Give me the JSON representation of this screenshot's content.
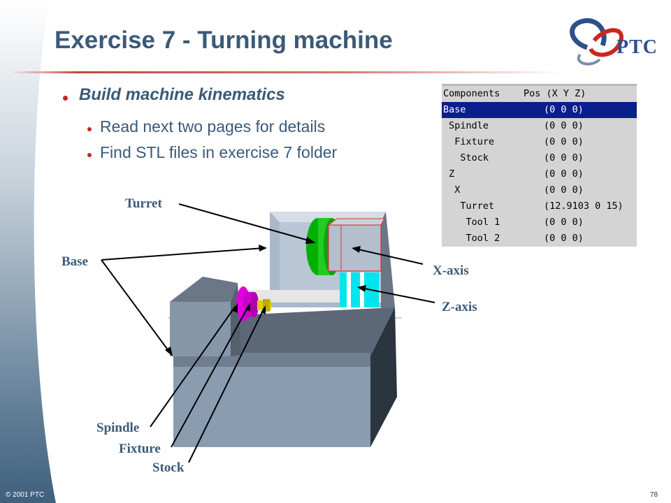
{
  "slide": {
    "title": "Exercise 7 - Turning machine",
    "logo_text": "PTC",
    "bullets": {
      "main": "Build machine kinematics",
      "sub": [
        "Read next two pages for details",
        "Find STL files in exercise 7 folder"
      ]
    },
    "footer": "© 2001 PTC",
    "page_number": "78",
    "colors": {
      "title": "#3b5a78",
      "accent": "#c0281e",
      "selection": "#0a1e8c"
    }
  },
  "component_table": {
    "headers": [
      "Components",
      "Pos (X Y Z)"
    ],
    "rows": [
      {
        "name": "Base",
        "pos": "(0 0 0)",
        "selected": true
      },
      {
        "name": " Spindle",
        "pos": "(0 0 0)"
      },
      {
        "name": "  Fixture",
        "pos": "(0 0 0)"
      },
      {
        "name": "   Stock",
        "pos": "(0 0 0)"
      },
      {
        "name": " Z",
        "pos": "(0 0 0)"
      },
      {
        "name": "  X",
        "pos": "(0 0 0)"
      },
      {
        "name": "   Turret",
        "pos": "(12.9103 0 15)"
      },
      {
        "name": "    Tool 1",
        "pos": "(0 0 0)"
      },
      {
        "name": "    Tool 2",
        "pos": "(0 0 0)"
      }
    ]
  },
  "diagram_labels": {
    "turret": "Turret",
    "base": "Base",
    "x_axis": "X-axis",
    "z_axis": "Z-axis",
    "spindle": "Spindle",
    "fixture": "Fixture",
    "stock": "Stock"
  }
}
